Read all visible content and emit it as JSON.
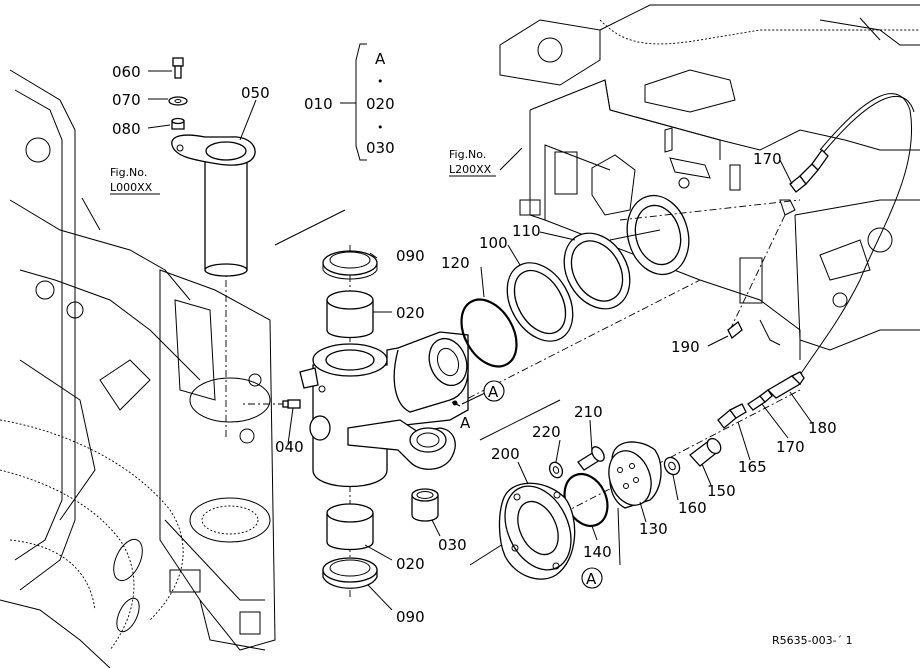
{
  "diagram": {
    "drawing_number": "R5635-003-´ 1",
    "figure_refs": {
      "left": {
        "line1": "Fig.No.",
        "line2": "L000XX"
      },
      "right": {
        "line1": "Fig.No.",
        "line2": "L200XX"
      }
    },
    "assembly_group": {
      "parent": "010",
      "items": [
        "A",
        "•",
        "020",
        "•",
        "030"
      ]
    },
    "callouts": {
      "c060": "060",
      "c070": "070",
      "c080": "080",
      "c050": "050",
      "c090_top": "090",
      "c020_top": "020",
      "c040": "040",
      "c020_bottom": "020",
      "c030": "030",
      "c090_bottom": "090",
      "c120": "120",
      "c100": "100",
      "c110": "110",
      "c170_top": "170",
      "c190": "190",
      "c180": "180",
      "c170_bottom": "170",
      "c165": "165",
      "c150": "150",
      "c160": "160",
      "c130": "130",
      "c140": "140",
      "c200": "200",
      "c220": "220",
      "c210": "210"
    },
    "reference_marks": {
      "circle_a_mid": "A",
      "circle_a_low": "A",
      "plain_a": "A"
    }
  }
}
